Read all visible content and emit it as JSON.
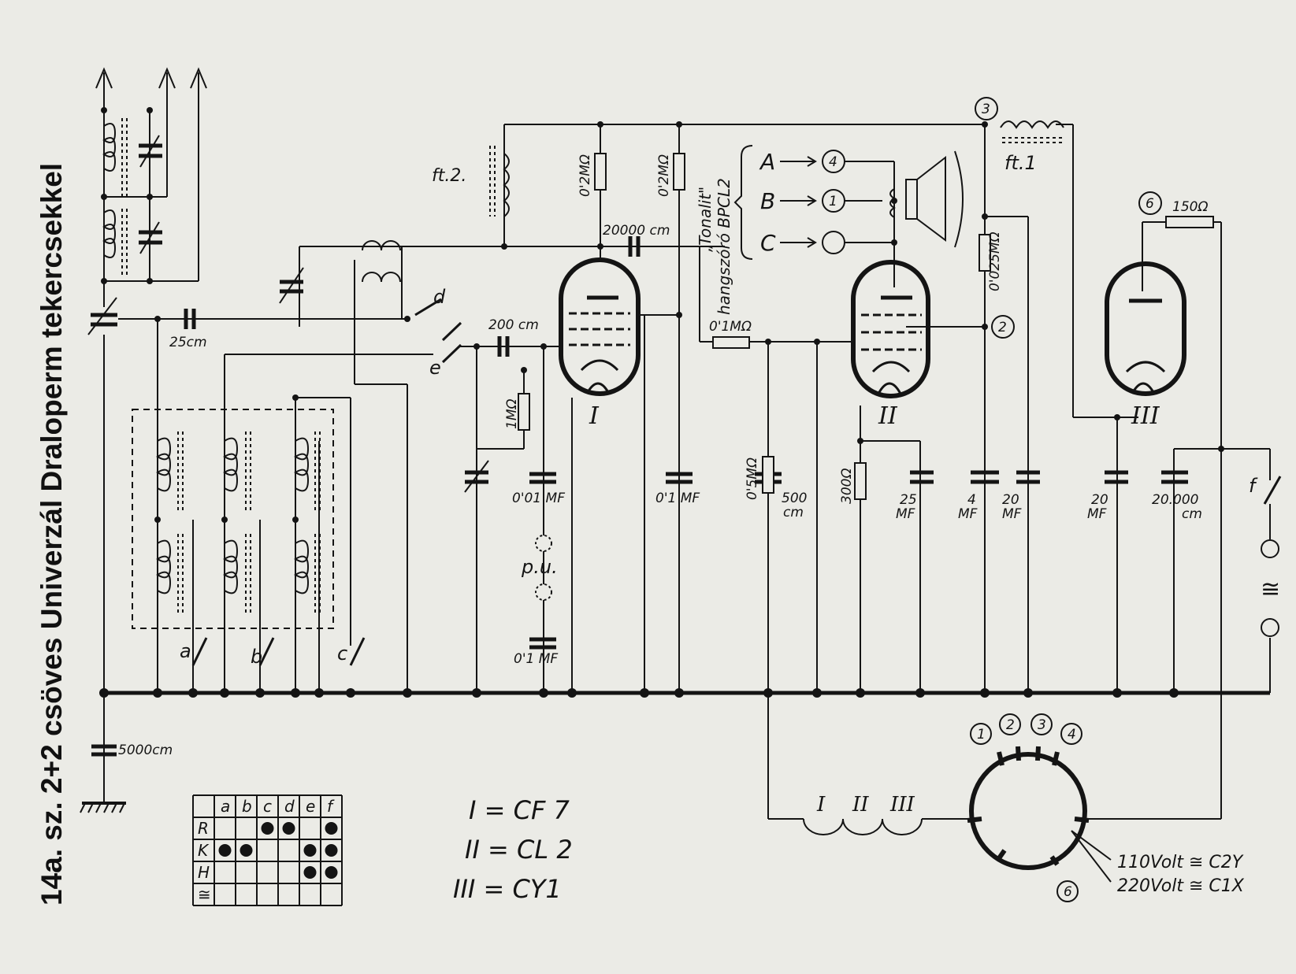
{
  "title": "14a. sz. 2+2 csöves Univerzál Draloperm tekercsekkel",
  "colors": {
    "ink": "#141414",
    "paper": "#ebebe6"
  },
  "components": {
    "c_25cm": "25cm",
    "c_200cm": "200 cm",
    "c_20000cm": "20000 cm",
    "c_5000cm": "5000cm",
    "c_001mf": "0'01 MF",
    "c_01mf_pu": "0'1 MF",
    "c_01mf": "0'1 MF",
    "c_500cm": "500\ncm",
    "c_25mf": "25\nMF",
    "c_4mf": "4\nMF",
    "c_20mf_a": "20\nMF",
    "c_20mf_b": "20\nMF",
    "c_20000cm_b": "20.000\ncm",
    "r_1m": "1MΩ",
    "r_02m_a": "0'2MΩ",
    "r_02m_b": "0'2MΩ",
    "r_01m": "0'1MΩ",
    "r_05m": "0'5MΩ",
    "r_300": "300Ω",
    "r_0025m": "0'025MΩ",
    "r_150": "150Ω",
    "ft2": "ft.2.",
    "ft1": "ft.1",
    "pu": "p.u.",
    "speaker_note_1": "„Tonalit\"",
    "speaker_note_2": "hangszóró BPCL2"
  },
  "switches": [
    "a",
    "b",
    "c",
    "d",
    "e",
    "f"
  ],
  "speaker_terminals": [
    {
      "letter": "A",
      "pin": "4"
    },
    {
      "letter": "B",
      "pin": "1"
    },
    {
      "letter": "C",
      "pin": ""
    }
  ],
  "tubes": [
    {
      "numeral": "I",
      "type": "CF 7"
    },
    {
      "numeral": "II",
      "type": "CL 2"
    },
    {
      "numeral": "III",
      "type": "CY1"
    }
  ],
  "tube_legend": [
    "I = CF 7",
    "II = CL 2",
    "III = CY1"
  ],
  "heaters": [
    "I",
    "II",
    "III"
  ],
  "points": {
    "p2": "2",
    "p3": "3",
    "p6": "6"
  },
  "selector": {
    "pins": [
      "1",
      "2",
      "3",
      "4",
      "6"
    ],
    "lines": [
      "110Volt ≅ C2Y",
      "220Volt ≅ C1X"
    ]
  },
  "mains_symbol": "≅",
  "switch_table": {
    "columns": [
      "a",
      "b",
      "c",
      "d",
      "e",
      "f"
    ],
    "rows": [
      {
        "label": "R",
        "dots": [
          false,
          false,
          true,
          true,
          false,
          true
        ]
      },
      {
        "label": "K",
        "dots": [
          true,
          true,
          false,
          false,
          true,
          true
        ]
      },
      {
        "label": "H",
        "dots": [
          false,
          false,
          false,
          false,
          true,
          true
        ]
      },
      {
        "label": "≅",
        "dots": [
          false,
          false,
          false,
          false,
          false,
          false
        ]
      }
    ]
  }
}
